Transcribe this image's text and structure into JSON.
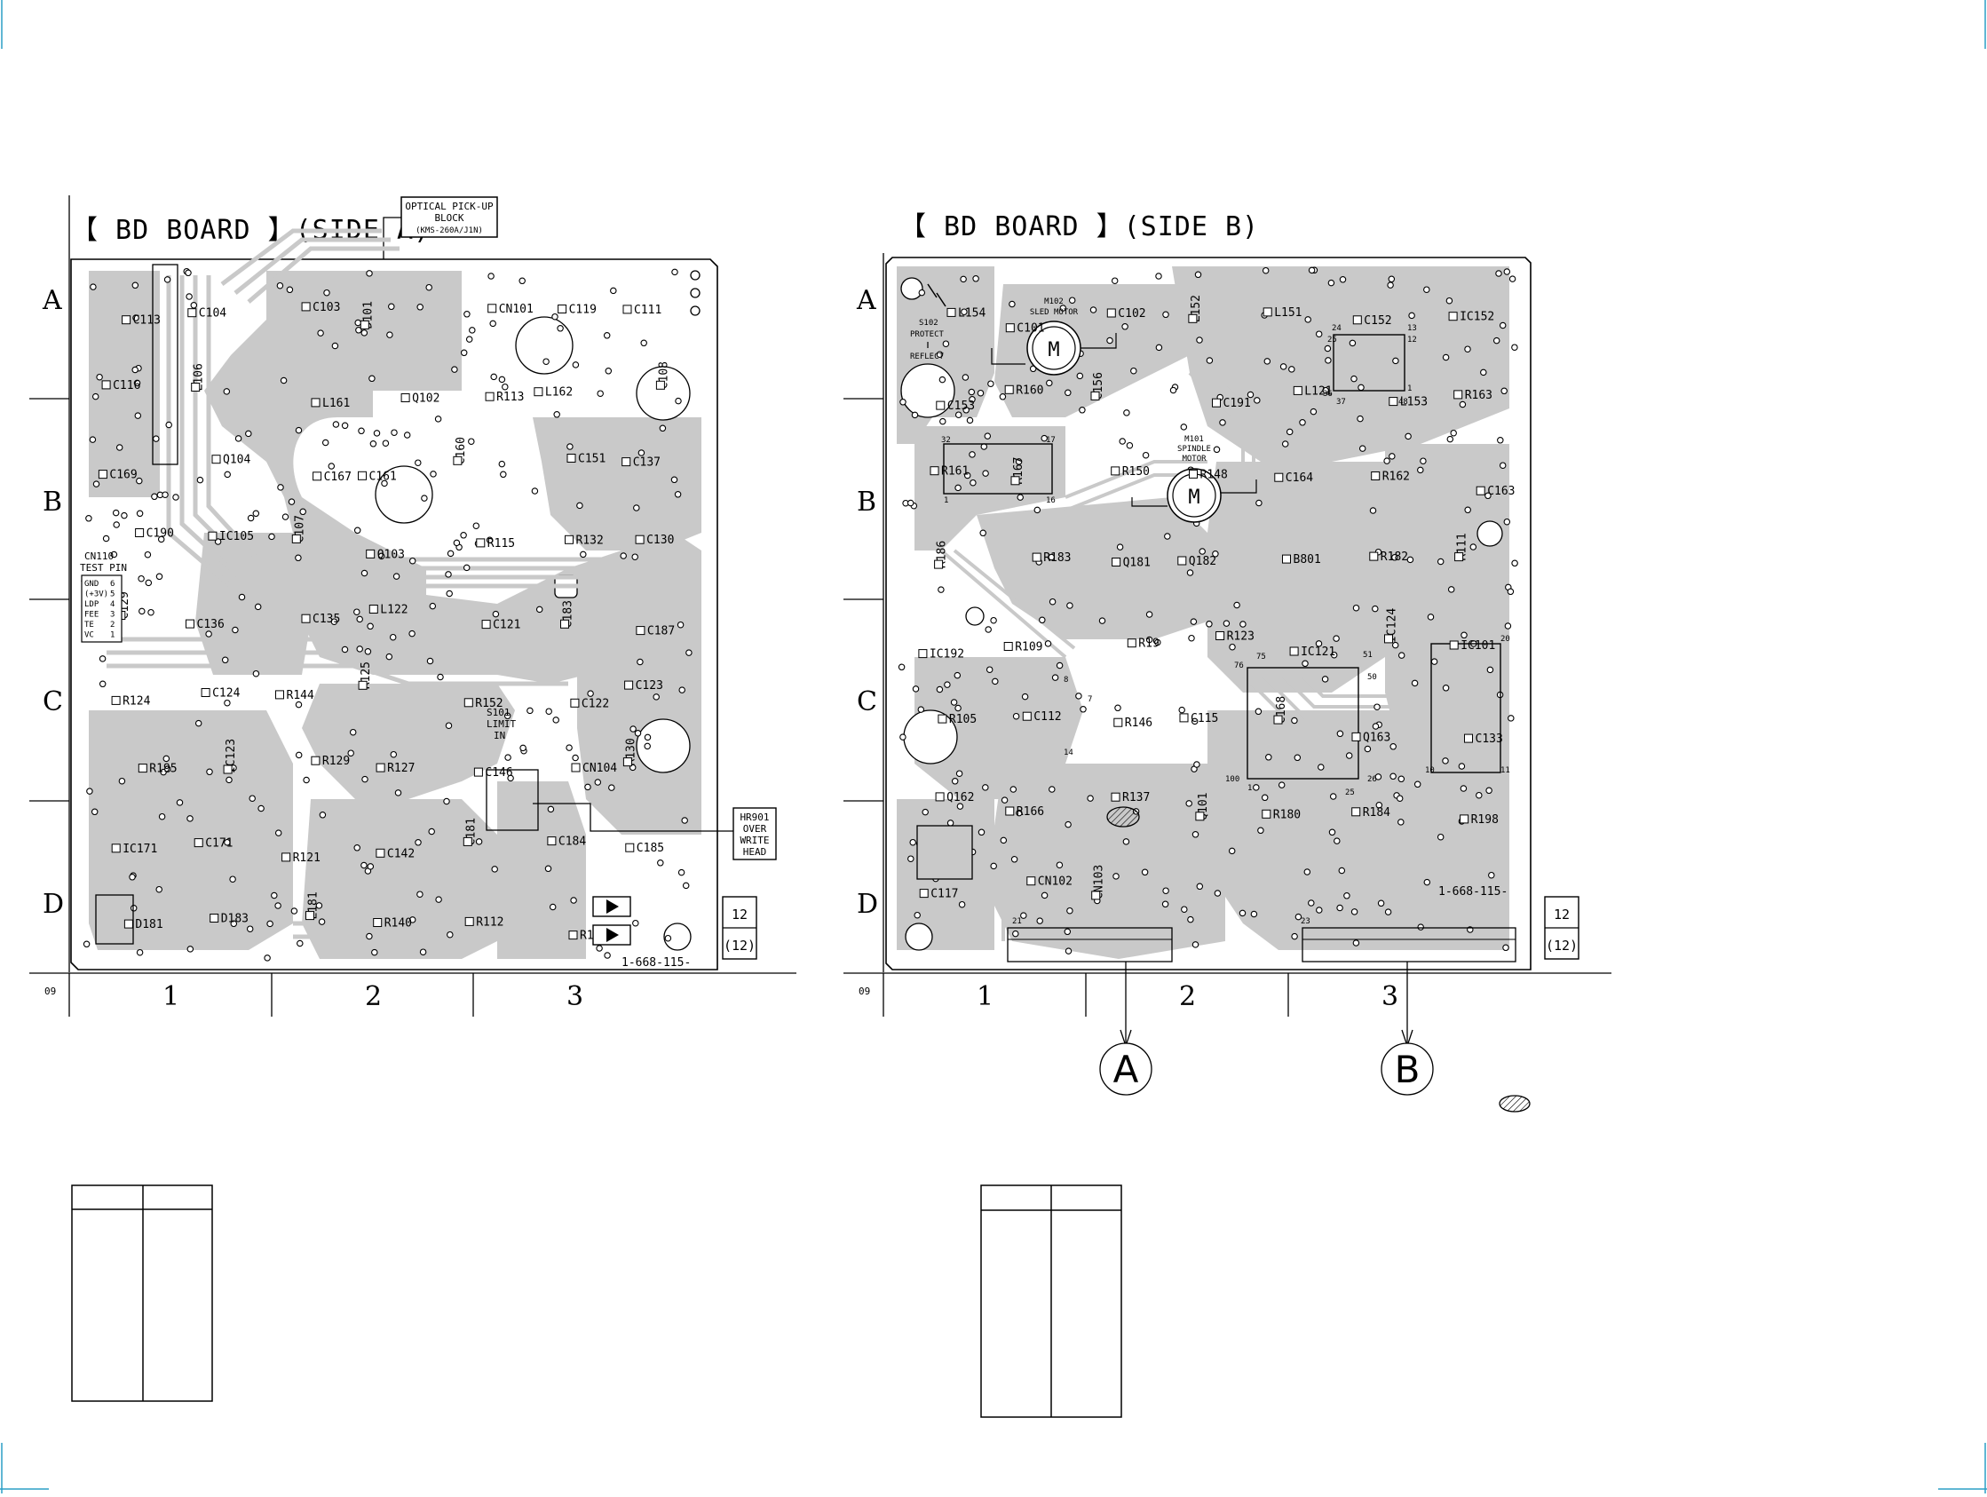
{
  "side_a": {
    "title": "【 BD BOARD 】(SIDE A)",
    "optical_label": [
      "OPTICAL PICK-UP",
      "BLOCK",
      "(KMS-260A/J1N)"
    ],
    "row_labels": [
      "A",
      "B",
      "C",
      "D"
    ],
    "col_labels": [
      "1",
      "2",
      "3"
    ],
    "corner_code": "09",
    "board_number": "1-668-115-",
    "page_box": [
      "12",
      "(12)"
    ],
    "hr901_label": [
      "HR901",
      "OVER",
      "WRITE",
      "HEAD"
    ],
    "s101_label": [
      "S101",
      "LIMIT",
      "IN"
    ],
    "test_pin": {
      "header": [
        "CN110",
        "TEST PIN"
      ],
      "pins": [
        "GND",
        "(+3V)",
        "LDP",
        "FEE",
        "TE",
        "VC"
      ],
      "numbers": [
        "6",
        "5",
        "4",
        "3",
        "2",
        "1"
      ]
    },
    "components": [
      "C113",
      "C104",
      "C103",
      "D101",
      "CN101",
      "C119",
      "C111",
      "C116",
      "L106",
      "L161",
      "Q102",
      "R113",
      "L162",
      "C108",
      "C169",
      "Q104",
      "C167",
      "C161",
      "C160",
      "C151",
      "C137",
      "C190",
      "IC105",
      "C107",
      "Q103",
      "R115",
      "R132",
      "C130",
      "C129",
      "C136",
      "C135",
      "L122",
      "C121",
      "C183",
      "C187",
      "R124",
      "C124",
      "R144",
      "R125",
      "R152",
      "C122",
      "C123",
      "R195",
      "IC123",
      "R129",
      "R127",
      "C146",
      "CN104",
      "R130",
      "IC171",
      "C171",
      "R121",
      "C142",
      "C181",
      "C184",
      "C185",
      "D181",
      "D183",
      "L181",
      "R140",
      "R112",
      "R174"
    ]
  },
  "side_b": {
    "title": "【 BD BOARD 】(SIDE B)",
    "row_labels": [
      "A",
      "B",
      "C",
      "D"
    ],
    "col_labels": [
      "1",
      "2",
      "3"
    ],
    "corner_code": "09",
    "board_number": "1-668-115-",
    "page_box": [
      "12",
      "(12)"
    ],
    "sled_motor": [
      "M102",
      "SLED MOTOR"
    ],
    "spindle_motor": [
      "M101",
      "SPINDLE",
      "MOTOR"
    ],
    "motor_letter": "M",
    "s102_label": [
      "S102",
      "PROTECT",
      "REFLECT"
    ],
    "components": [
      "L154",
      "C101",
      "C102",
      "L152",
      "L151",
      "C152",
      "IC152",
      "C153",
      "R160",
      "C156",
      "C191",
      "L121",
      "L153",
      "R163",
      "R161",
      "R167",
      "R150",
      "R148",
      "C164",
      "R162",
      "C163",
      "R186",
      "R183",
      "Q181",
      "Q182",
      "B801",
      "R182",
      "R111",
      "IC192",
      "R109",
      "R19",
      "R123",
      "IC121",
      "IC124",
      "IC101",
      "R105",
      "C112",
      "R146",
      "C115",
      "C168",
      "Q163",
      "C133",
      "Q162",
      "R166",
      "R137",
      "Q101",
      "R180",
      "R184",
      "R198",
      "C117",
      "CN102",
      "CN103"
    ],
    "ic_pin_labels": [
      "76",
      "75",
      "51",
      "50",
      "100",
      "1",
      "25",
      "26",
      "24",
      "25",
      "13",
      "12",
      "36",
      "37",
      "48",
      "1",
      "20",
      "10",
      "11",
      "32",
      "17",
      "16",
      "1",
      "8",
      "14",
      "7",
      "21",
      "23"
    ]
  },
  "arrows": {
    "a_label": "A",
    "b_label": "B"
  },
  "colors": {
    "copper": "#c9c9c9",
    "board_bg": "#ffffff",
    "ink": "#000000",
    "guide": "#2b9fc6"
  }
}
